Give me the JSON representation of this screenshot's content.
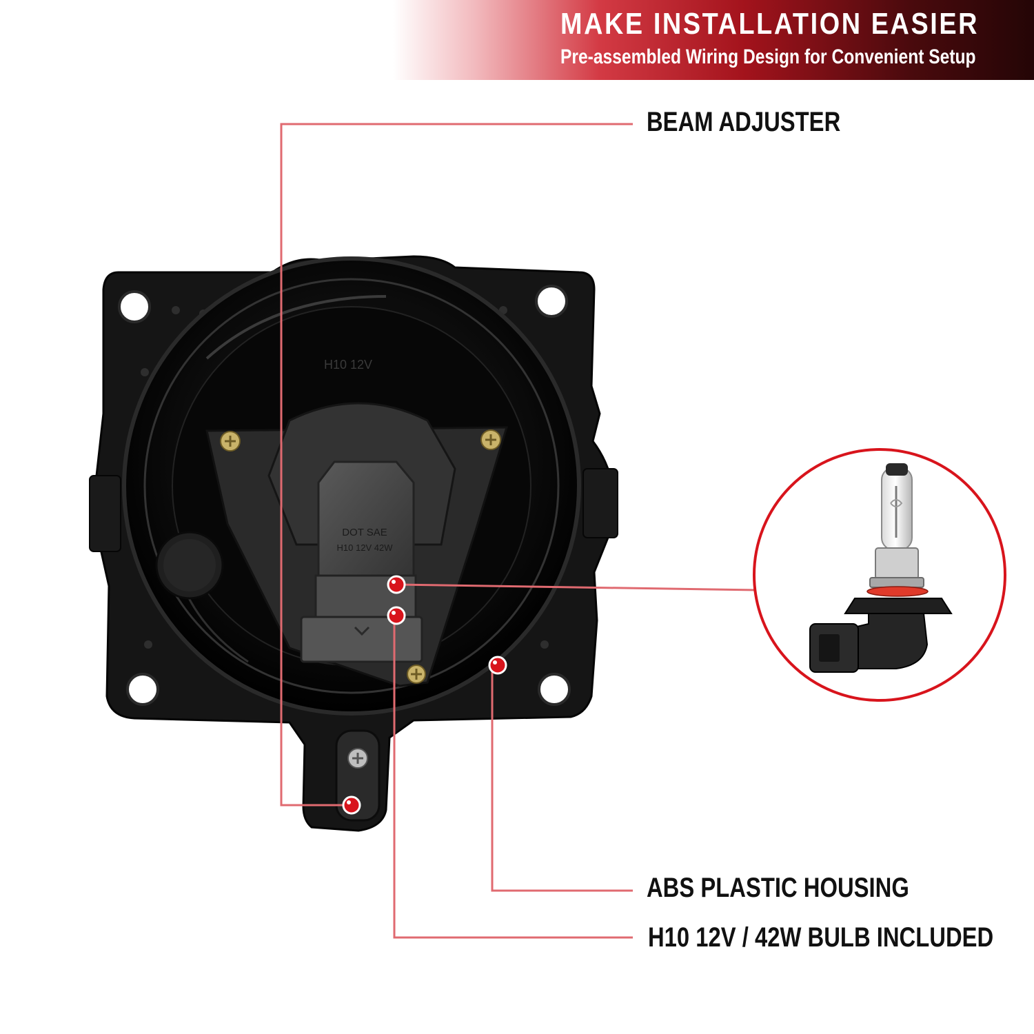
{
  "banner": {
    "title": "MAKE INSTALLATION EASIER",
    "subtitle": "Pre-assembled Wiring Design for Convenient Setup"
  },
  "callouts": {
    "beam_adjuster": "BEAM ADJUSTER",
    "abs_housing": "ABS PLASTIC HOUSING",
    "bulb_included": "H10 12V / 42W BULB INCLUDED"
  },
  "bulb_marking": {
    "line1": "DOT SAE",
    "line2": "H10 12V 42W"
  },
  "colors": {
    "accent": "#d8141c",
    "leader_line": "#e06a70",
    "housing": "#141414",
    "connector": "#4a4a4a"
  }
}
